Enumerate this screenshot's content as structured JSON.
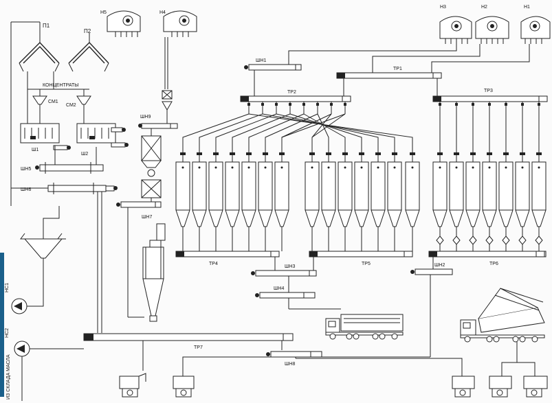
{
  "labels": {
    "p1": "П1",
    "p2": "П2",
    "n5": "Н5",
    "n4": "Н4",
    "n3": "Н3",
    "n2": "Н2",
    "n1": "Н1",
    "concentrates": "КОНЦЕНТРАТЫ",
    "sm1": "СМ1",
    "sm2": "СМ2",
    "sh1": "Ш1",
    "sh2": "Ш2",
    "shn1": "ШН1",
    "shn2": "ШН2",
    "shn3": "ШН3",
    "shn4": "ШН4",
    "shn5": "ШН5",
    "shn6": "ШН6",
    "shn7": "ШН7",
    "shn8": "ШН8",
    "shn9": "ШН9",
    "tr1": "ТР1",
    "tr2": "ТР2",
    "tr3": "ТР3",
    "tr4": "ТР4",
    "tr5": "ТР5",
    "tr6": "ТР6",
    "tr7": "ТР7",
    "ns1": "НС1",
    "ns2": "НС2",
    "source": "ИЗ СКЛАДА МАСЛА"
  },
  "colors": {
    "line": "#222222",
    "accent_bar": "#1a5f8a"
  }
}
